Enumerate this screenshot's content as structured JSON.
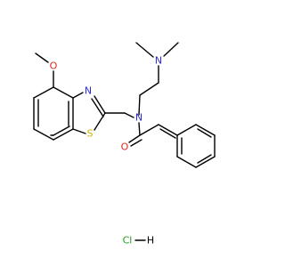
{
  "atoms": {
    "n_amine": "N",
    "n_amide": "N",
    "n_thiazole": "N",
    "o_methoxy": "O",
    "o_carbonyl": "O",
    "s_thiazole": "S",
    "salt": "HCl"
  },
  "salt_parts": {
    "cl": "Cl",
    "h": "H"
  },
  "colors": {
    "nitrogen": "#2b2bd9",
    "oxygen": "#e0281e",
    "sulfur": "#c9b400",
    "carbon": "#000000",
    "chlorine": "#1f9c1f"
  }
}
